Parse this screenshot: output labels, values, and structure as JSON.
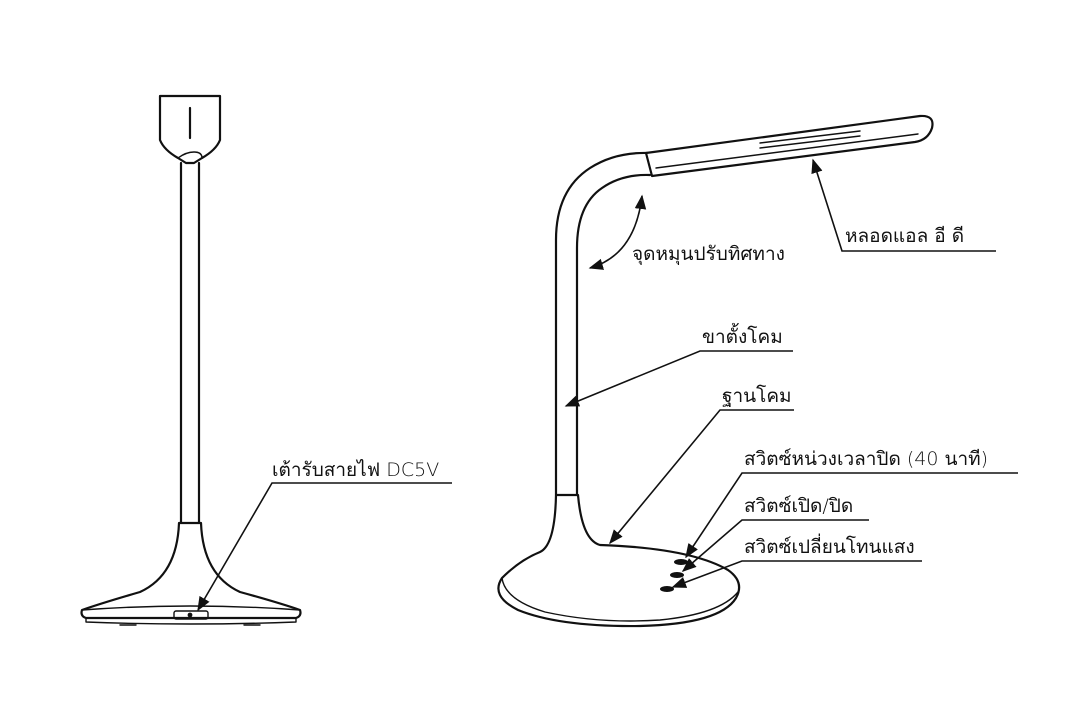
{
  "labels": {
    "dc_socket": "เต้ารับสายไฟ DC5V",
    "led": "หลอดแอล อี ดี",
    "pivot": "จุดหมุนปรับทิศทาง",
    "stand": "ขาตั้งโคม",
    "base": "ฐานโคม",
    "timer_switch": "สวิตซ์หน่วงเวลาปิด (40 นาที)",
    "power_switch": "สวิตซ์เปิด/ปิด",
    "tone_switch": "สวิตซ์เปลี่ยนโทนแสง"
  },
  "colors": {
    "line": "#111111",
    "background": "#ffffff"
  }
}
